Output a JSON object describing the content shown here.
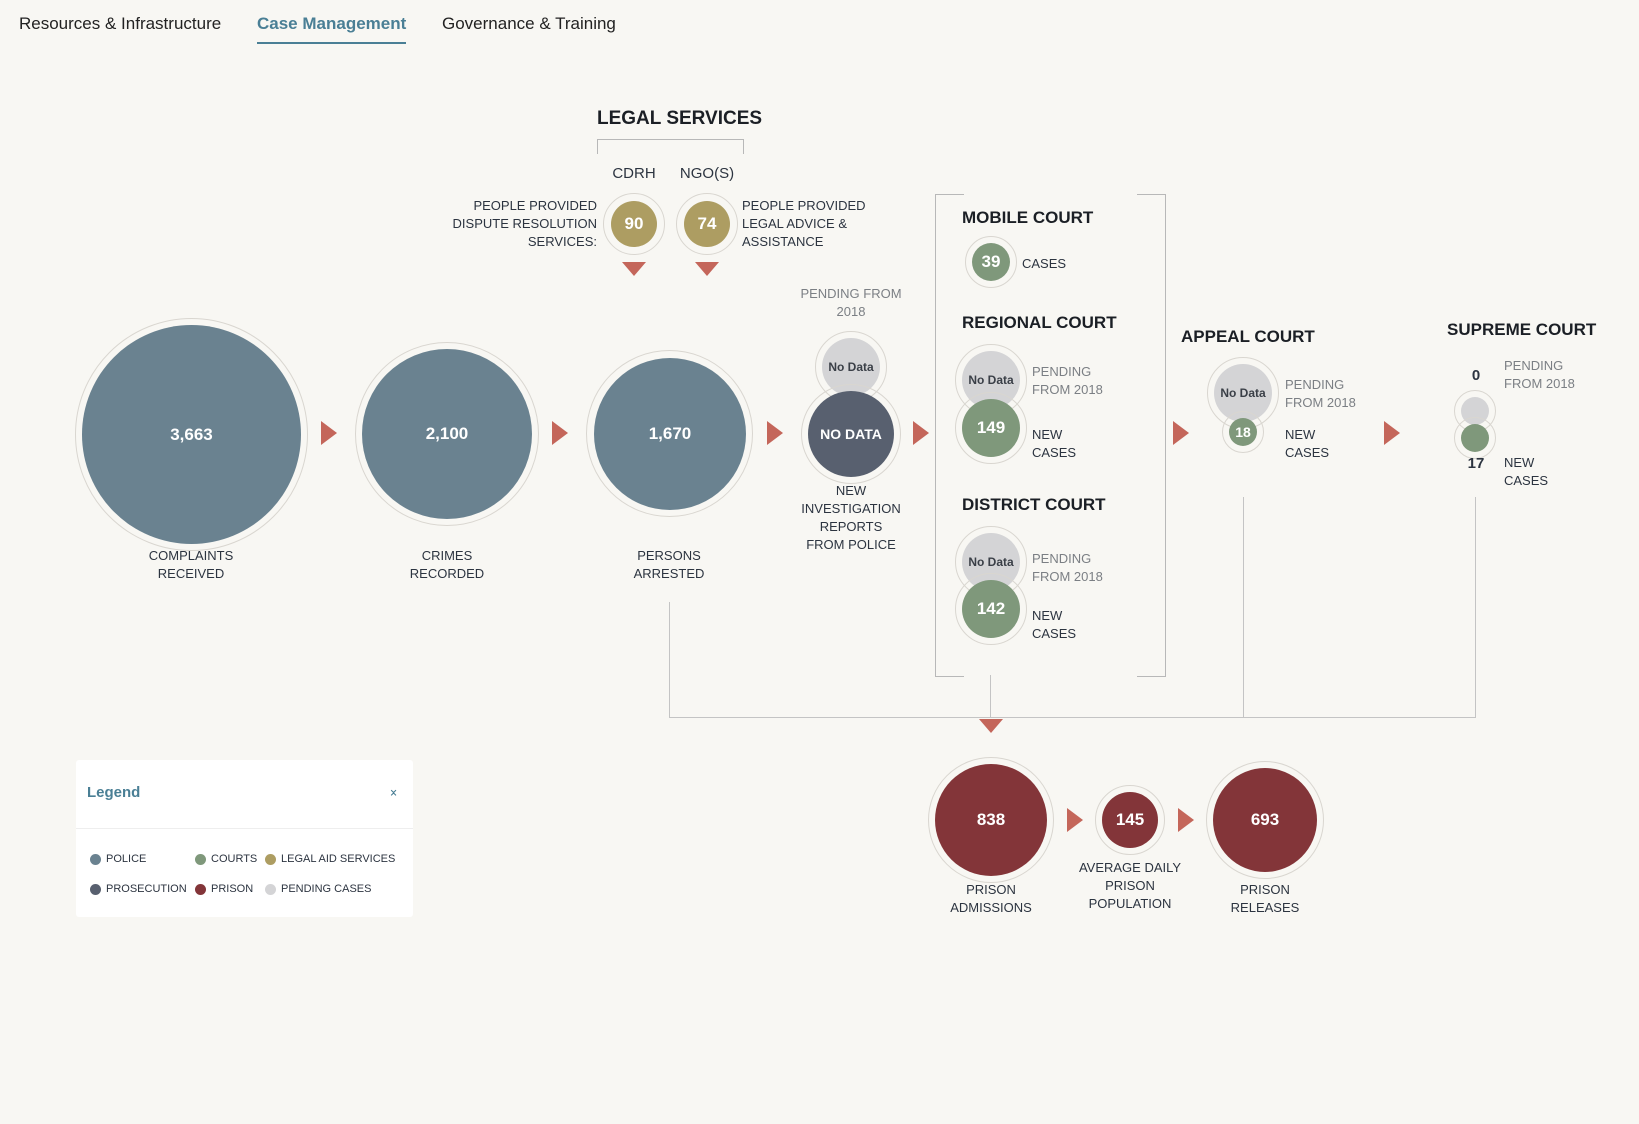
{
  "tabs": [
    {
      "label": "Resources & Infrastructure"
    },
    {
      "label": "Case Management"
    },
    {
      "label": "Governance & Training"
    }
  ],
  "legal_services": {
    "title": "LEGAL SERVICES",
    "cdrh": {
      "name": "CDRH",
      "value": "90",
      "label": "PEOPLE PROVIDED DISPUTE RESOLUTION SERVICES:"
    },
    "ngos": {
      "name": "NGO(S)",
      "value": "74",
      "label": "PEOPLE PROVIDED LEGAL ADVICE & ASSISTANCE"
    }
  },
  "police": {
    "complaints": {
      "value": "3,663",
      "label": "COMPLAINTS RECEIVED"
    },
    "crimes": {
      "value": "2,100",
      "label": "CRIMES RECORDED"
    },
    "arrested": {
      "value": "1,670",
      "label": "PERSONS ARRESTED"
    }
  },
  "prosecution": {
    "pending_label": "PENDING FROM 2018",
    "pending_value": "No Data",
    "new_value": "NO DATA",
    "new_label": "NEW INVESTIGATION REPORTS FROM POLICE"
  },
  "mobile_court": {
    "title": "MOBILE COURT",
    "value": "39",
    "label": "CASES"
  },
  "regional_court": {
    "title": "REGIONAL COURT",
    "pending_value": "No Data",
    "pending_label": "PENDING FROM 2018",
    "new_value": "149",
    "new_label": "NEW CASES"
  },
  "district_court": {
    "title": "DISTRICT COURT",
    "pending_value": "No Data",
    "pending_label": "PENDING FROM 2018",
    "new_value": "142",
    "new_label": "NEW CASES"
  },
  "appeal_court": {
    "title": "APPEAL COURT",
    "pending_value": "No Data",
    "pending_label": "PENDING FROM 2018",
    "new_value": "18",
    "new_label": "NEW CASES"
  },
  "supreme_court": {
    "title": "SUPREME COURT",
    "pending_value": "0",
    "pending_label": "PENDING FROM 2018",
    "new_value": "17",
    "new_label": "NEW CASES"
  },
  "prison": {
    "admissions": {
      "value": "838",
      "label": "PRISON ADMISSIONS"
    },
    "population": {
      "value": "145",
      "label": "AVERAGE DAILY PRISON POPULATION"
    },
    "releases": {
      "value": "693",
      "label": "PRISON RELEASES"
    }
  },
  "legend": {
    "title": "Legend",
    "items": [
      {
        "label": "POLICE",
        "color": "#6a8290"
      },
      {
        "label": "COURTS",
        "color": "#7f987b"
      },
      {
        "label": "LEGAL AID SERVICES",
        "color": "#ad9d62"
      },
      {
        "label": "PROSECUTION",
        "color": "#58606f"
      },
      {
        "label": "PRISON",
        "color": "#833539"
      },
      {
        "label": "PENDING CASES",
        "color": "#d4d4d6"
      }
    ]
  },
  "colors": {
    "accent": "#4a7f95",
    "arrow": "#c4665a"
  }
}
